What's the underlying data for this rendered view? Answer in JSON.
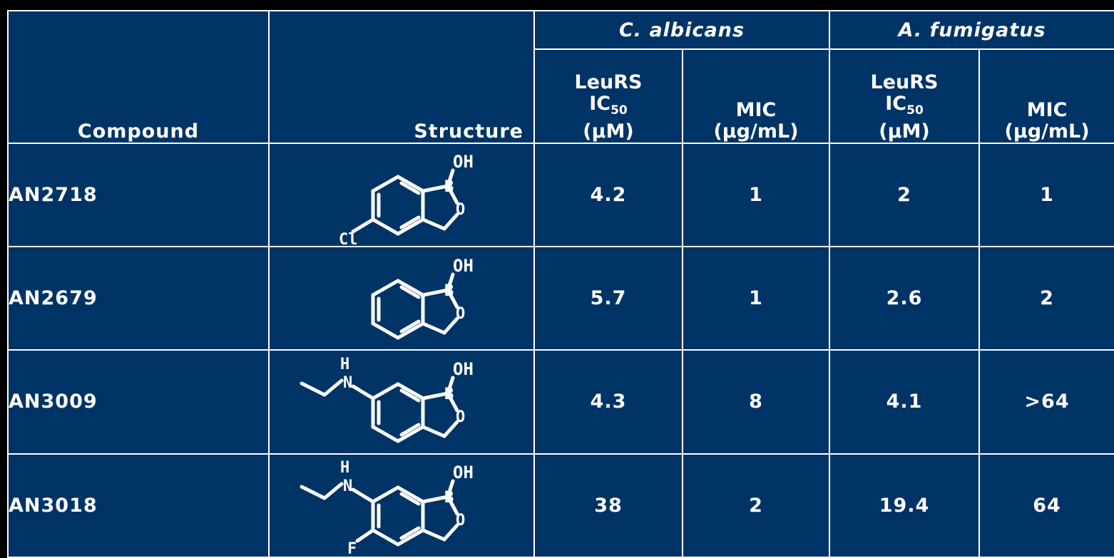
{
  "table": {
    "headers": {
      "compound": "Compound",
      "structure": "Structure",
      "group1": "C. albicans",
      "group2": "A. fumigatus",
      "leurs": "LeuRS",
      "ic": "IC",
      "ic_sub": "50",
      "um": "(µM)",
      "mic": "MIC",
      "mic_unit": "(µg/mL)"
    },
    "rows": [
      {
        "compound": "AN2718",
        "structure_icon": "chloro-benzoxaborole-icon",
        "ca_ic50": "4.2",
        "ca_mic": "1",
        "af_ic50": "2",
        "af_mic": "1"
      },
      {
        "compound": "AN2679",
        "structure_icon": "benzoxaborole-icon",
        "ca_ic50": "5.7",
        "ca_mic": "1",
        "af_ic50": "2.6",
        "af_mic": "2"
      },
      {
        "compound": "AN3009",
        "structure_icon": "ethylamino-benzoxaborole-icon",
        "ca_ic50": "4.3",
        "ca_mic": "8",
        "af_ic50": "4.1",
        "af_mic": ">64"
      },
      {
        "compound": "AN3018",
        "structure_icon": "fluoro-ethylamino-benzoxaborole-icon",
        "ca_ic50": "38",
        "ca_mic": "2",
        "af_ic50": "19.4",
        "af_mic": "64"
      }
    ],
    "structure_labels": {
      "oh": "OH",
      "b": "B",
      "o": "O",
      "cl": "Cl",
      "h": "H",
      "n": "N",
      "f": "F"
    }
  },
  "colors": {
    "table_background": "#003366",
    "grid_lines": "#ffffff",
    "text": "#ffffff"
  }
}
